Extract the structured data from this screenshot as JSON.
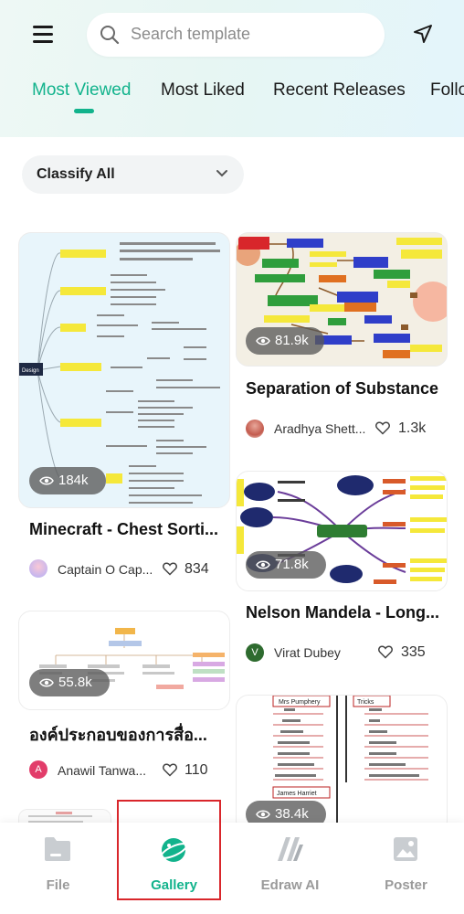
{
  "header": {
    "search_placeholder": "Search template",
    "tabs": [
      {
        "label": "Most Viewed",
        "active": true
      },
      {
        "label": "Most Liked",
        "active": false
      },
      {
        "label": "Recent Releases",
        "active": false
      },
      {
        "label": "Follo",
        "active": false
      }
    ]
  },
  "filter": {
    "label": "Classify All"
  },
  "cards": [
    {
      "views": "184k",
      "title": "Minecraft - Chest Sorti...",
      "author": "Captain O Cap...",
      "likes": "834"
    },
    {
      "views": "81.9k",
      "title": "Separation of Substance",
      "author": "Aradhya Shett...",
      "likes": "1.3k"
    },
    {
      "views": "55.8k",
      "title": "องค์ประกอบของการสื่อ...",
      "author": "Anawil Tanwa...",
      "likes": "110",
      "avatar_initial": "A"
    },
    {
      "views": "71.8k",
      "title": "Nelson Mandela - Long...",
      "author": "Virat Dubey",
      "likes": "335",
      "avatar_initial": "V"
    },
    {
      "views": "38.4k"
    }
  ],
  "thumb_text": {
    "left_card_node": "Design",
    "right_card_heading": "Mrs Pumphery",
    "right_card_heading2": "Tricks",
    "right_card_name": "James Harriet"
  },
  "bottom_nav": [
    {
      "label": "File",
      "icon": "folder-icon",
      "active": false
    },
    {
      "label": "Gallery",
      "icon": "planet-icon",
      "active": true
    },
    {
      "label": "Edraw AI",
      "icon": "edraw-ai-icon",
      "active": false
    },
    {
      "label": "Poster",
      "icon": "poster-icon",
      "active": false
    }
  ],
  "colors": {
    "accent": "#12b38c",
    "highlight": "#d9262b"
  }
}
